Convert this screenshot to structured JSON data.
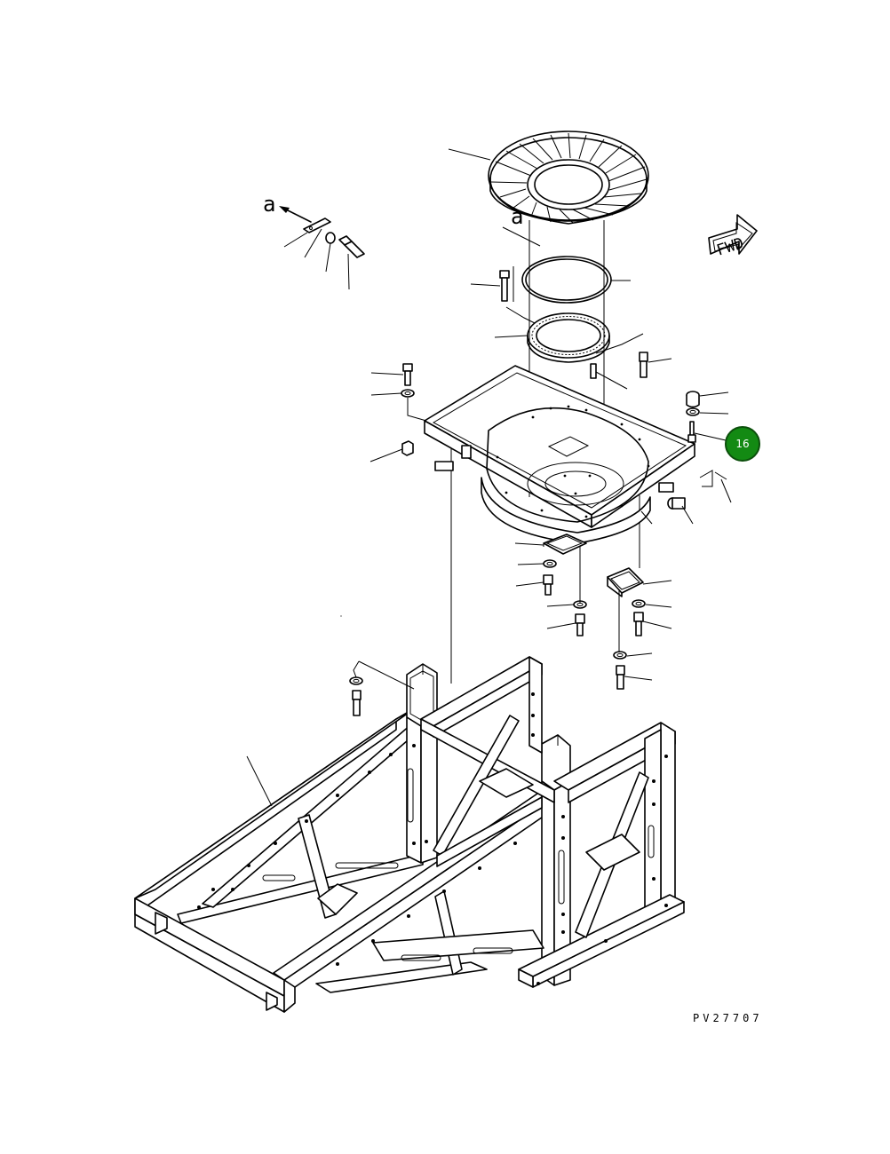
{
  "drawing": {
    "code": "PV27707",
    "forward_label": "FWD",
    "view_label_a": "a",
    "view_label_b": "a"
  },
  "callout": {
    "number": "16",
    "color": "#138a13",
    "border_color": "#0b4f0b"
  }
}
